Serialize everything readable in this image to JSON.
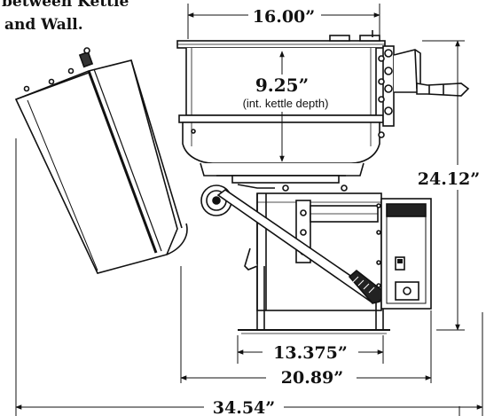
{
  "note": {
    "line1": "between Kettle",
    "line2": "and Wall."
  },
  "dimensions": {
    "kettle_width": "16.00”",
    "kettle_depth": "9.25”",
    "kettle_depth_caption": "(int. kettle depth)",
    "overall_height": "24.12”",
    "base_width": "13.375”",
    "unit_width": "20.89”",
    "tilted_width": "34.54”"
  }
}
